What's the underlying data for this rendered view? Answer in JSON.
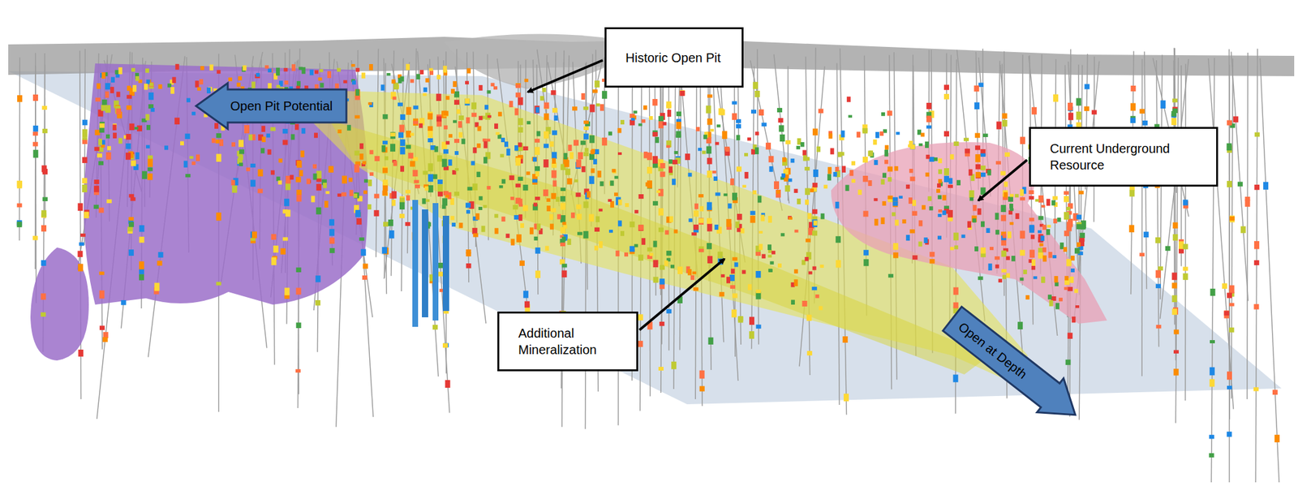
{
  "diagram": {
    "nodes": [
      {
        "text": [
          "Historic Open Pit"
        ]
      },
      {
        "text": [
          "Open Pit Potential"
        ]
      },
      {
        "text": [
          "Current Underground Resource"
        ]
      },
      {
        "text": [
          "Additional Mineralization"
        ]
      },
      {
        "text": [
          "Open at Depth"
        ]
      }
    ]
  }
}
